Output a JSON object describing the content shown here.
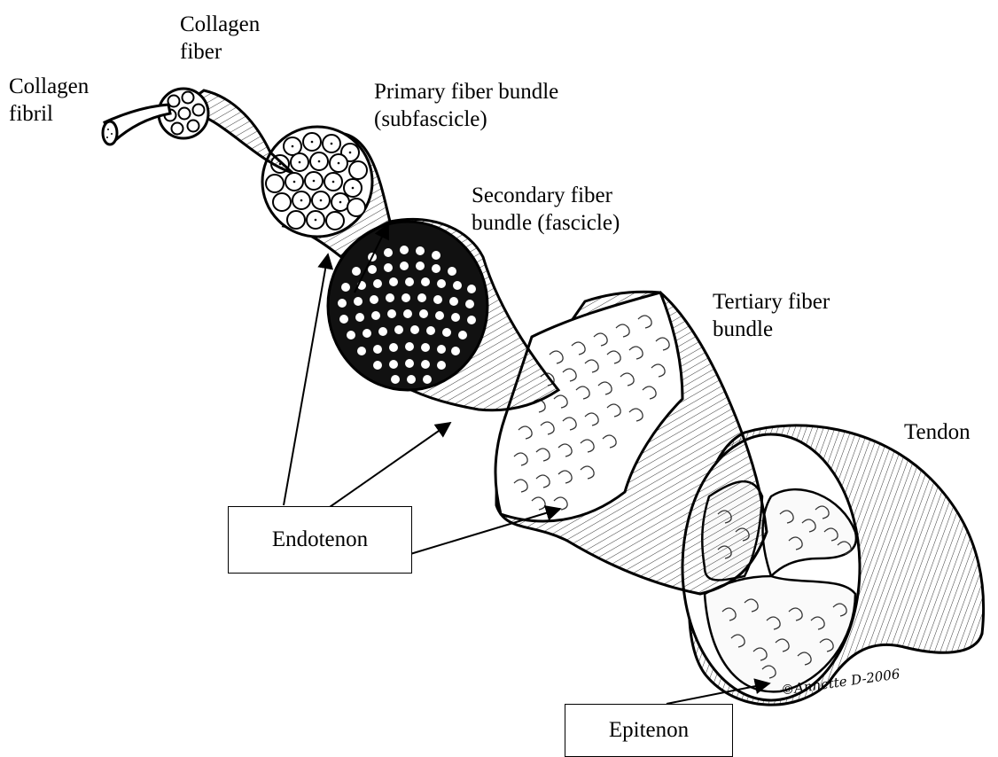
{
  "labels": {
    "collagen_fibril_1": "Collagen",
    "collagen_fibril_2": "fibril",
    "collagen_fiber_1": "Collagen",
    "collagen_fiber_2": "fiber",
    "primary_1": "Primary fiber bundle",
    "primary_2": "(subfascicle)",
    "secondary_1": "Secondary fiber",
    "secondary_2": "bundle (fascicle)",
    "tertiary_1": "Tertiary fiber",
    "tertiary_2": "bundle",
    "tendon": "Tendon",
    "endotenon": "Endotenon",
    "epitenon": "Epitenon",
    "signature": "©Annette D-2006"
  }
}
